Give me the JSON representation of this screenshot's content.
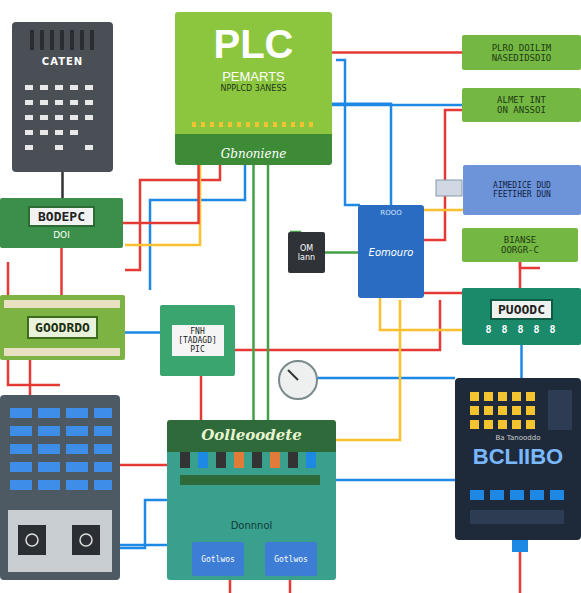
{
  "diagram": {
    "nodes": [
      {
        "text": [
          "CATEN"
        ]
      },
      {
        "text": [
          "PLC",
          "PEMARTS",
          "NPPLCD 3ANESS",
          "Gbnoniene"
        ]
      },
      {
        "text": [
          "PLRO DOILIM NASEDIDSDIO"
        ]
      },
      {
        "text": [
          "ALMET INT ON ANSSOI"
        ]
      },
      {
        "text": [
          "AIMEDICE DUD FEETIHER DUN"
        ]
      },
      {
        "text": [
          "BODEPC",
          "DOI"
        ]
      },
      {
        "text": [
          "BIANSE OORGR-C"
        ]
      },
      {
        "text": [
          "OM lann"
        ]
      },
      {
        "text": [
          "ROOO",
          "Eomouro"
        ]
      },
      {
        "text": [
          "GOODRDO"
        ]
      },
      {
        "text": [
          "FNH [TADAGD] PIC"
        ]
      },
      {
        "text": [
          "PUOODC",
          "8 8 8 8 8"
        ]
      },
      {
        "text": [
          "Oolleoodete",
          "Donnnol"
        ]
      },
      {
        "text": [
          "Gotlwos"
        ],
        "in": 12
      },
      {
        "text": [
          "Gotlwos"
        ],
        "in": 12
      },
      {
        "text": [
          "Ba Tanooddo",
          "BCLIIBO"
        ]
      }
    ],
    "edges": [
      {
        "from": 1,
        "to": 5,
        "arrow": "none"
      },
      {
        "from": 1,
        "to": 8,
        "arrow": "none"
      },
      {
        "from": 1,
        "to": 12,
        "arrow": "none"
      },
      {
        "from": 1,
        "to": 3,
        "arrow": "none"
      },
      {
        "from": 1,
        "to": 2,
        "arrow": "none"
      },
      {
        "from": 8,
        "to": 4,
        "arrow": "none"
      },
      {
        "from": 8,
        "to": 11,
        "arrow": "none"
      },
      {
        "from": 8,
        "to": 7,
        "arrow": "none"
      },
      {
        "from": 0,
        "to": 5,
        "arrow": "none"
      },
      {
        "from": 5,
        "to": 9,
        "arrow": "none"
      },
      {
        "from": 9,
        "to": 10,
        "arrow": "none"
      },
      {
        "from": 10,
        "to": 12,
        "arrow": "none"
      },
      {
        "from": 12,
        "to": 15,
        "arrow": "none"
      },
      {
        "from": 6,
        "to": 11,
        "arrow": "none"
      },
      {
        "from": 11,
        "to": 15,
        "arrow": "none"
      }
    ]
  }
}
